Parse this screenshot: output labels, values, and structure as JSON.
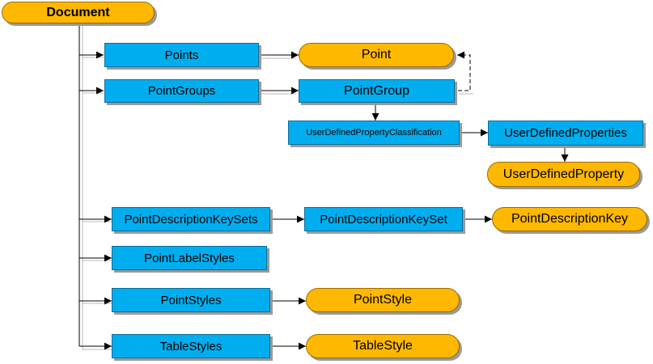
{
  "colors": {
    "collection_fill": "#00aeef",
    "object_fill": "#ffb800",
    "connector": "#000000",
    "shadow": "#9a9a9a"
  },
  "nodes": {
    "document": "Document",
    "points": "Points",
    "point": "Point",
    "point_groups": "PointGroups",
    "point_group": "PointGroup",
    "udp_classification": "UserDefinedPropertyClassification",
    "udp_collection": "UserDefinedProperties",
    "udp": "UserDefinedProperty",
    "pdk_sets": "PointDescriptionKeySets",
    "pdk_set": "PointDescriptionKeySet",
    "pdk": "PointDescriptionKey",
    "label_styles": "PointLabelStyles",
    "point_styles": "PointStyles",
    "point_style": "PointStyle",
    "table_styles": "TableStyles",
    "table_style": "TableStyle"
  }
}
